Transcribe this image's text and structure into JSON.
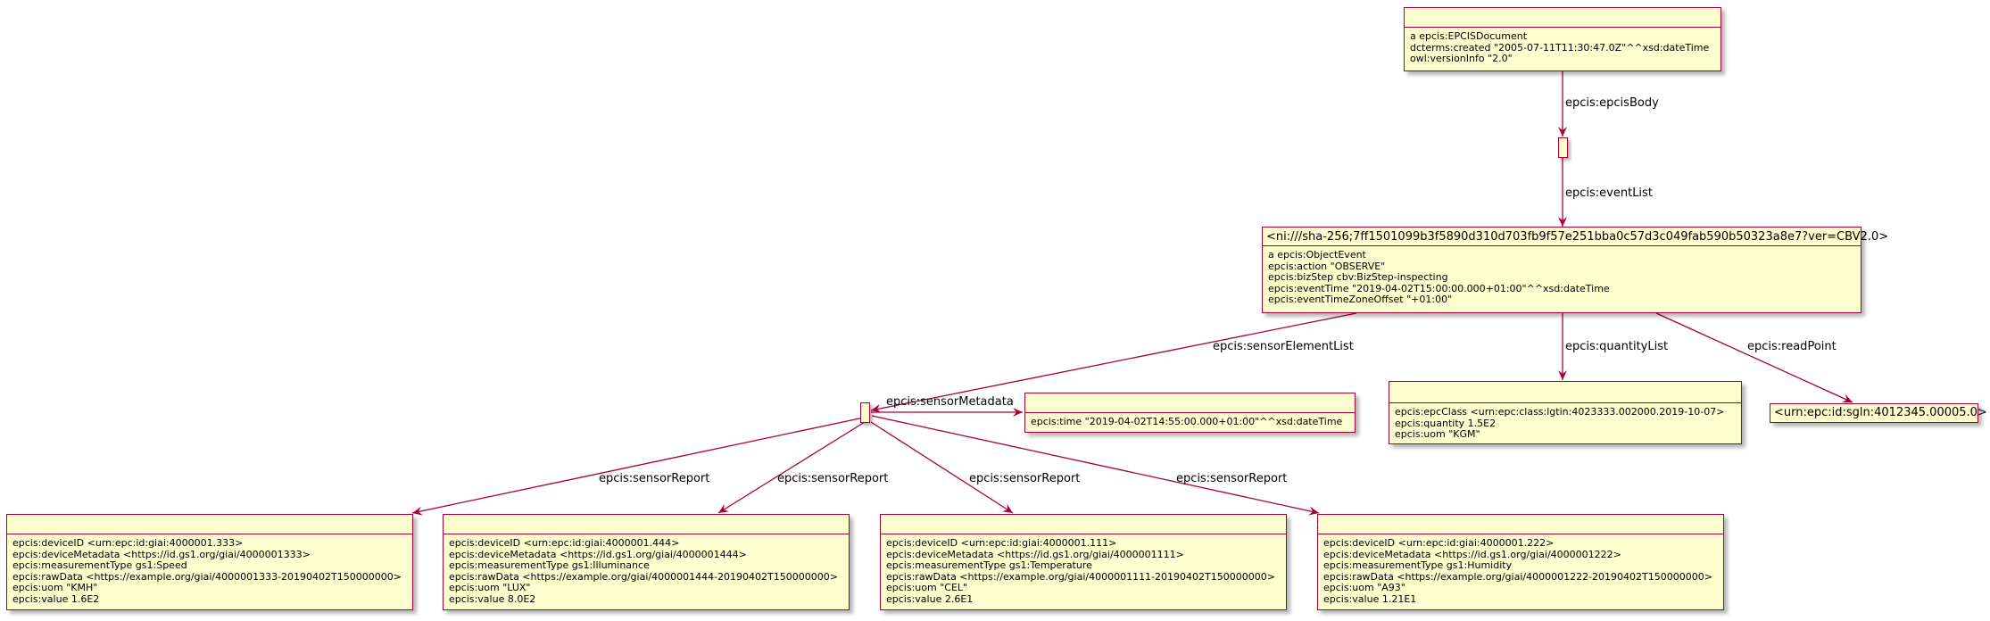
{
  "doc_node": {
    "title": "",
    "lines": [
      "a epcis:EPCISDocument",
      "dcterms:created \"2005-07-11T11:30:47.0Z\"^^xsd:dateTime",
      "owl:versionInfo \"2.0\""
    ]
  },
  "event_node": {
    "title": "<ni:///sha-256;7ff1501099b3f5890d310d703fb9f57e251bba0c57d3c049fab590b50323a8e7?ver=CBV2.0>",
    "lines": [
      "a epcis:ObjectEvent",
      "epcis:action \"OBSERVE\"",
      "epcis:bizStep cbv:BizStep-inspecting",
      "epcis:eventTime \"2019-04-02T15:00:00.000+01:00\"^^xsd:dateTime",
      "epcis:eventTimeZoneOffset \"+01:00\""
    ]
  },
  "quantity_node": {
    "title": "",
    "lines": [
      "epcis:epcClass <urn:epc:class:lgtin:4023333.002000.2019-10-07>",
      "epcis:quantity 1.5E2",
      "epcis:uom \"KGM\""
    ]
  },
  "readpoint_node": {
    "title": "<urn:epc:id:sgln:4012345.00005.0>"
  },
  "metadata_node": {
    "title": "",
    "lines": [
      "epcis:time \"2019-04-02T14:55:00.000+01:00\"^^xsd:dateTime"
    ]
  },
  "sensor_reports": [
    {
      "lines": [
        "epcis:deviceID <urn:epc:id:giai:4000001.333>",
        "epcis:deviceMetadata <https://id.gs1.org/giai/4000001333>",
        "epcis:measurementType gs1:Speed",
        "epcis:rawData <https://example.org/giai/4000001333-20190402T150000000>",
        "epcis:uom \"KMH\"",
        "epcis:value 1.6E2"
      ]
    },
    {
      "lines": [
        "epcis:deviceID <urn:epc:id:giai:4000001.444>",
        "epcis:deviceMetadata <https://id.gs1.org/giai/4000001444>",
        "epcis:measurementType gs1:Illuminance",
        "epcis:rawData <https://example.org/giai/4000001444-20190402T150000000>",
        "epcis:uom \"LUX\"",
        "epcis:value 8.0E2"
      ]
    },
    {
      "lines": [
        "epcis:deviceID <urn:epc:id:giai:4000001.111>",
        "epcis:deviceMetadata <https://id.gs1.org/giai/4000001111>",
        "epcis:measurementType gs1:Temperature",
        "epcis:rawData <https://example.org/giai/4000001111-20190402T150000000>",
        "epcis:uom \"CEL\"",
        "epcis:value 2.6E1"
      ]
    },
    {
      "lines": [
        "epcis:deviceID <urn:epc:id:giai:4000001.222>",
        "epcis:deviceMetadata <https://id.gs1.org/giai/4000001222>",
        "epcis:measurementType gs1:Humidity",
        "epcis:rawData <https://example.org/giai/4000001222-20190402T150000000>",
        "epcis:uom \"A93\"",
        "epcis:value 1.21E1"
      ]
    }
  ],
  "edge_labels": {
    "epcis_body": "epcis:epcisBody",
    "event_list": "epcis:eventList",
    "sensor_element_list": "epcis:sensorElementList",
    "quantity_list": "epcis:quantityList",
    "read_point": "epcis:readPoint",
    "sensor_metadata": "epcis:sensorMetadata",
    "sensor_report_1": "epcis:sensorReport",
    "sensor_report_2": "epcis:sensorReport",
    "sensor_report_3": "epcis:sensorReport",
    "sensor_report_4": "epcis:sensorReport"
  },
  "colors": {
    "node_fill": "#fefece",
    "node_border": "#a80036",
    "edge": "#a80036"
  }
}
